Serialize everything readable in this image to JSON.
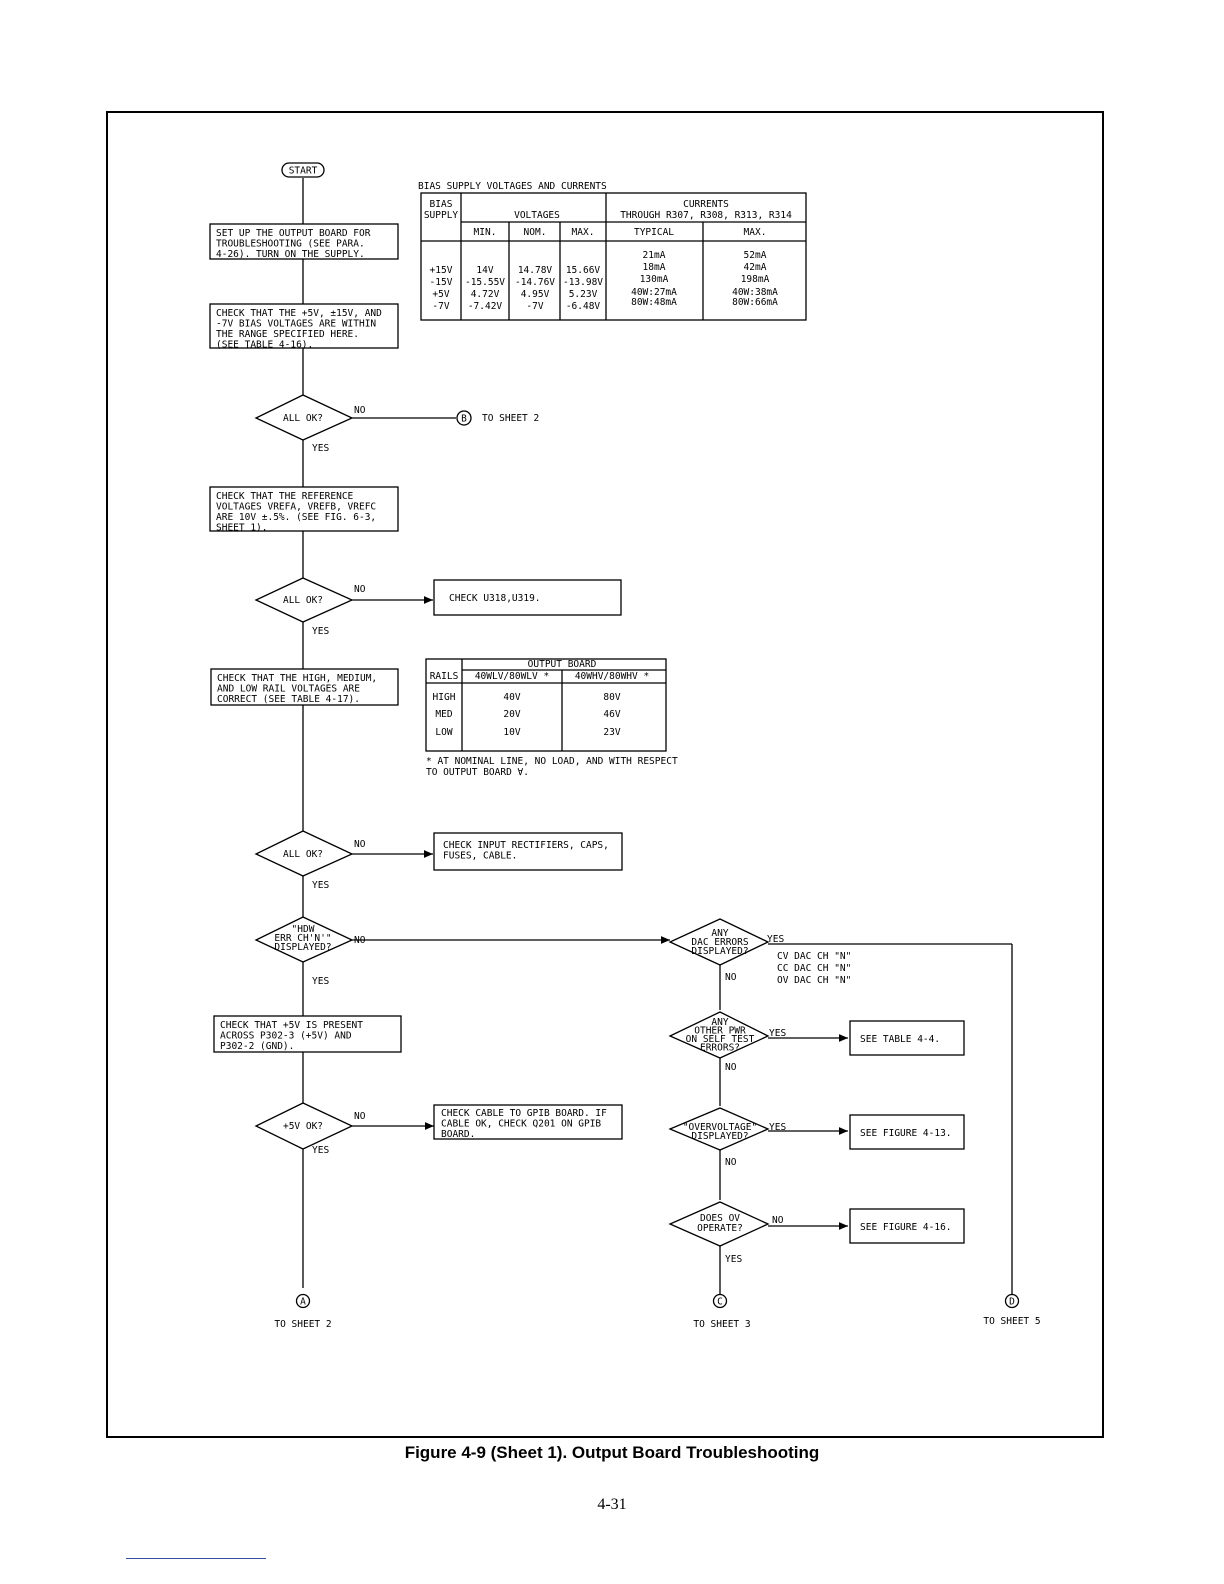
{
  "start": "START",
  "steps": {
    "setup": [
      "SET UP THE OUTPUT BOARD FOR",
      "TROUBLESHOOTING (SEE PARA.",
      "4-26). TURN ON THE SUPPLY."
    ],
    "check_bias": [
      "CHECK THAT THE +5V, ±15V, AND",
      "-7V BIAS VOLTAGES ARE WITHIN",
      "THE RANGE SPECIFIED HERE.",
      "(SEE TABLE 4-16)."
    ],
    "check_ref": [
      "CHECK THAT THE REFERENCE",
      "VOLTAGES VREFA, VREFB, VREFC",
      "ARE 10V ±.5%. (SEE FIG. 6-3,",
      "SHEET 1)."
    ],
    "check_u318": "CHECK U318,U319.",
    "check_rails": [
      "CHECK THAT THE HIGH, MEDIUM,",
      "AND LOW RAIL VOLTAGES ARE",
      "CORRECT (SEE TABLE 4-17)."
    ],
    "check_rect": [
      "CHECK INPUT RECTIFIERS, CAPS,",
      "FUSES, CABLE."
    ],
    "check_5v": [
      "CHECK THAT +5V IS PRESENT",
      "ACROSS P302-3 (+5V) AND",
      "P302-2 (GND)."
    ],
    "check_cable": [
      "CHECK CABLE TO GPIB BOARD. IF",
      "CABLE OK, CHECK Q201 ON GPIB",
      "BOARD."
    ],
    "see_table_44": "SEE TABLE 4-4.",
    "see_fig_413": "SEE FIGURE 4-13.",
    "see_fig_416": "SEE FIGURE 4-16."
  },
  "decisions": {
    "all_ok_1": [
      "ALL OK?"
    ],
    "all_ok_2": [
      "ALL OK?"
    ],
    "all_ok_3": [
      "ALL OK?"
    ],
    "hdw_err": [
      "\"HDW",
      "ERR CH'N'\"",
      "DISPLAYED?"
    ],
    "plus5v": [
      "+5V OK?"
    ],
    "dac_err": [
      "ANY",
      "DAC ERRORS",
      "DISPLAYED?"
    ],
    "other_pwr": [
      "ANY",
      "OTHER PWR",
      "ON SELF TEST",
      "ERRORS?"
    ],
    "ov_disp": [
      "\"OVERVOLTAGE\"",
      "DISPLAYED?"
    ],
    "ov_operate": [
      "DOES OV",
      "OPERATE?"
    ]
  },
  "labels": {
    "yes": "YES",
    "no": "NO",
    "to_sheet_2": "TO SHEET 2",
    "to_sheet_3": "TO SHEET 3",
    "to_sheet_5": "TO SHEET 5",
    "conn_a": "A",
    "conn_b": "B",
    "conn_c": "C",
    "conn_d": "D",
    "dac_list": [
      "CV DAC CH \"N\"",
      "CC DAC CH \"N\"",
      "OV DAC CH \"N\""
    ]
  },
  "bias_table": {
    "title": "BIAS SUPPLY VOLTAGES AND CURRENTS",
    "head_supply": [
      "BIAS",
      "SUPPLY"
    ],
    "head_voltages": "VOLTAGES",
    "head_currents": [
      "CURRENTS",
      "THROUGH R307, R308, R313, R314"
    ],
    "subheads": [
      "MIN.",
      "NOM.",
      "MAX.",
      "TYPICAL",
      "MAX."
    ],
    "supply": [
      "+15V",
      "-15V",
      "+5V",
      "-7V"
    ],
    "min": [
      "14V",
      "-15.55V",
      "4.72V",
      "-7.42V"
    ],
    "nom": [
      "14.78V",
      "-14.76V",
      "4.95V",
      "-7V"
    ],
    "max": [
      "15.66V",
      "-13.98V",
      "5.23V",
      "-6.48V"
    ],
    "typical": [
      "21mA",
      "18mA",
      "130mA",
      "40W:27mA",
      "80W:48mA"
    ],
    "max_current": [
      "52mA",
      "42mA",
      "198mA",
      "40W:38mA",
      "80W:66mA"
    ]
  },
  "rail_table": {
    "title": "OUTPUT BOARD",
    "head_rails": "RAILS",
    "head_cols": [
      "40WLV/80WLV *",
      "40WHV/80WHV *"
    ],
    "rails": [
      "HIGH",
      "MED",
      "LOW"
    ],
    "lv": [
      "40V",
      "20V",
      "10V"
    ],
    "hv": [
      "80V",
      "46V",
      "23V"
    ],
    "footnote": [
      "* AT NOMINAL LINE, NO LOAD, AND WITH RESPECT",
      "TO OUTPUT BOARD ∀."
    ]
  },
  "caption": "Figure 4-9 (Sheet 1). Output Board Troubleshooting",
  "page_number": "4-31"
}
